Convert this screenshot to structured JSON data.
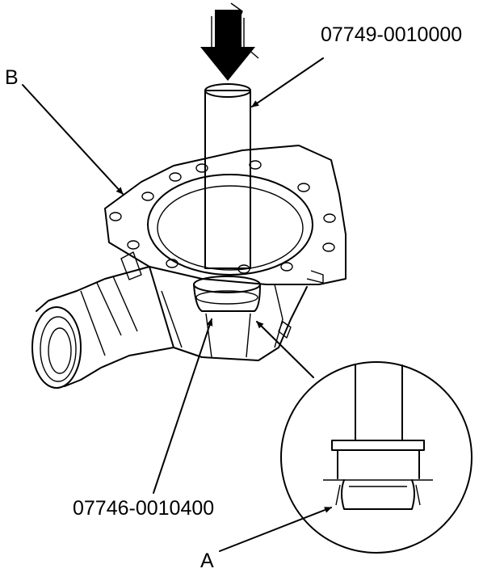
{
  "labels": {
    "installer_part": "07749-0010000",
    "attachment_part": "07746-0010400",
    "housing_ref": "B",
    "seal_ref": "A"
  },
  "colors": {
    "line": "#000000",
    "background": "#ffffff"
  },
  "icons": {
    "press_direction": "down-arrow-icon",
    "detail_view": "magnifier-circle-icon"
  }
}
